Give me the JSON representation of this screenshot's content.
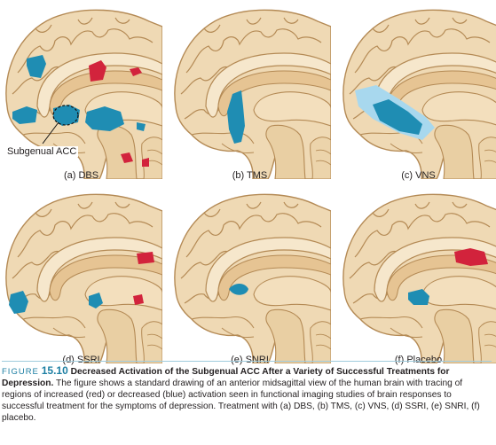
{
  "panels": [
    {
      "label": "(a) DBS"
    },
    {
      "label": "(b) TMS"
    },
    {
      "label": "(c) VNS"
    },
    {
      "label": "(d) SSRI"
    },
    {
      "label": "(e) SNRI"
    },
    {
      "label": "(f) Placebo"
    }
  ],
  "annotation": "Subgenual ACC",
  "caption": {
    "figure_word": "FIGURE",
    "figure_number": "15.10",
    "title": "Decreased Activation of the Subgenual ACC After a Variety of Successful Treatments for Depression.",
    "body": "The figure shows a standard drawing of an anterior midsagittal view of the human brain with tracing of regions of increased (red) or decreased (blue) activation seen in functional imaging studies of brain responses to successful treatment for the symptoms of depression. Treatment with (a) DBS, (b) TMS, (c) VNS, (d) SSRI, (e) SNRI, (f) placebo."
  },
  "colors": {
    "increased": "#d2233c",
    "decreased": "#1f8db3",
    "vns_halo": "#a8d8ee",
    "brain_fill": "#efd9b4",
    "brain_stroke": "#b48a55",
    "brain_dark": "#d8b480"
  }
}
